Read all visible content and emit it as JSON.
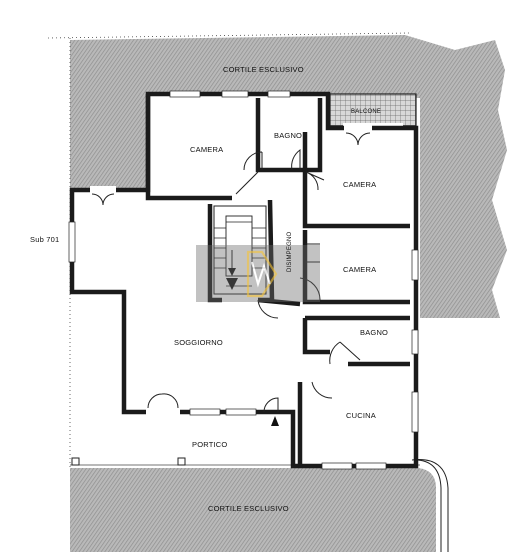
{
  "rooms": {
    "cortile_top": "CORTILE ESCLUSIVO",
    "cortile_bottom": "CORTILE ESCLUSIVO",
    "sub": "Sub 701",
    "camera_1": "CAMERA",
    "bagno_1": "BAGNO",
    "balcone": "BALCONE",
    "camera_2": "CAMERA",
    "disimpegno": "DISIMPEGNO",
    "camera_3": "CAMERA",
    "bagno_2": "BAGNO",
    "soggiorno": "SOGGIORNO",
    "cucina": "CUCINA",
    "portico": "PORTICO"
  },
  "colors": {
    "hatch": "#9a9a9a",
    "wall": "#1b1b1b",
    "watermark": "#6b6b6b",
    "watermark_accent": "#d8b040"
  },
  "icons": {
    "logo": "watermark-logo-icon",
    "entrance": "entrance-arrow-icon"
  }
}
